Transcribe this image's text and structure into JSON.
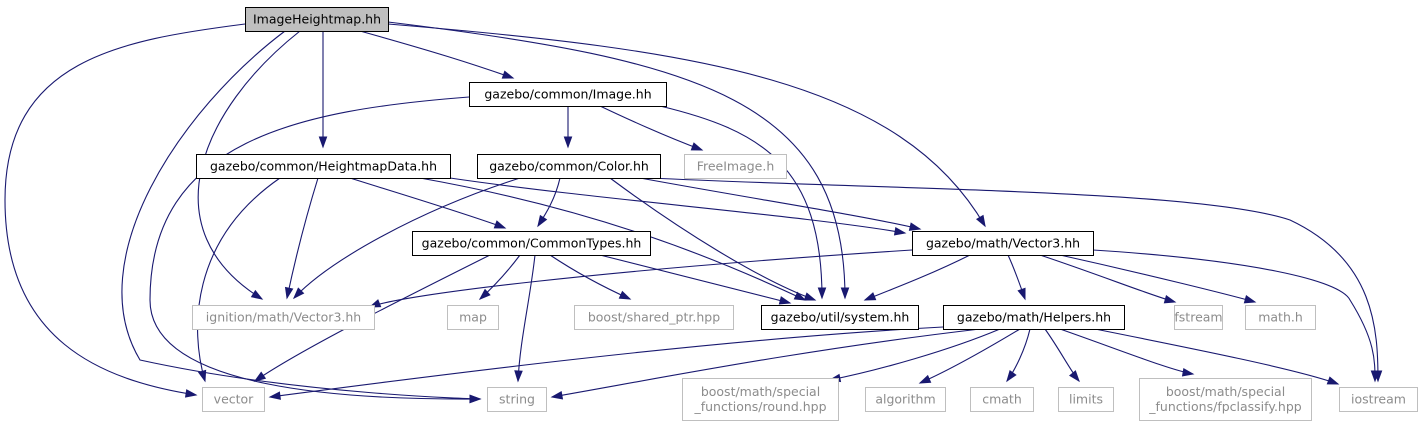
{
  "colors": {
    "edge": "#191970",
    "root_fill": "#bfbfbf",
    "project_border": "#000000",
    "external_border": "#bfbfbf",
    "project_text": "#000000",
    "external_text": "#8c8c8c"
  },
  "nodes": [
    {
      "id": "imageheightmap",
      "lines": [
        "ImageHeightmap.hh"
      ],
      "kind": "root",
      "icon": "none"
    },
    {
      "id": "common-image",
      "lines": [
        "gazebo/common/Image.hh"
      ],
      "kind": "project",
      "icon": "none"
    },
    {
      "id": "freeimage",
      "lines": [
        "FreeImage.h"
      ],
      "kind": "external",
      "icon": "none"
    },
    {
      "id": "heightmapdata",
      "lines": [
        "gazebo/common/HeightmapData.hh"
      ],
      "kind": "project",
      "icon": "none"
    },
    {
      "id": "common-color",
      "lines": [
        "gazebo/common/Color.hh"
      ],
      "kind": "project",
      "icon": "none"
    },
    {
      "id": "commontypes",
      "lines": [
        "gazebo/common/CommonTypes.hh"
      ],
      "kind": "project",
      "icon": "none"
    },
    {
      "id": "math-vector3",
      "lines": [
        "gazebo/math/Vector3.hh"
      ],
      "kind": "project",
      "icon": "none"
    },
    {
      "id": "ign-vector3",
      "lines": [
        "ignition/math/Vector3.hh"
      ],
      "kind": "external",
      "icon": "none"
    },
    {
      "id": "map",
      "lines": [
        "map"
      ],
      "kind": "external",
      "icon": "none"
    },
    {
      "id": "shared-ptr",
      "lines": [
        "boost/shared_ptr.hpp"
      ],
      "kind": "external",
      "icon": "none"
    },
    {
      "id": "util-system",
      "lines": [
        "gazebo/util/system.hh"
      ],
      "kind": "project",
      "icon": "none"
    },
    {
      "id": "math-helpers",
      "lines": [
        "gazebo/math/Helpers.hh"
      ],
      "kind": "project",
      "icon": "none"
    },
    {
      "id": "fstream",
      "lines": [
        "fstream"
      ],
      "kind": "external",
      "icon": "none"
    },
    {
      "id": "math-h",
      "lines": [
        "math.h"
      ],
      "kind": "external",
      "icon": "none"
    },
    {
      "id": "vector",
      "lines": [
        "vector"
      ],
      "kind": "external",
      "icon": "none"
    },
    {
      "id": "string",
      "lines": [
        "string"
      ],
      "kind": "external",
      "icon": "none"
    },
    {
      "id": "round-hpp",
      "lines": [
        "boost/math/special",
        "_functions/round.hpp"
      ],
      "kind": "external",
      "icon": "none"
    },
    {
      "id": "algorithm",
      "lines": [
        "algorithm"
      ],
      "kind": "external",
      "icon": "none"
    },
    {
      "id": "cmath",
      "lines": [
        "cmath"
      ],
      "kind": "external",
      "icon": "none"
    },
    {
      "id": "limits",
      "lines": [
        "limits"
      ],
      "kind": "external",
      "icon": "none"
    },
    {
      "id": "fpclassify-hpp",
      "lines": [
        "boost/math/special",
        "_functions/fpclassify.hpp"
      ],
      "kind": "external",
      "icon": "none"
    },
    {
      "id": "iostream",
      "lines": [
        "iostream"
      ],
      "kind": "external",
      "icon": "none"
    }
  ],
  "edges": [
    [
      "imageheightmap",
      "common-image"
    ],
    [
      "imageheightmap",
      "heightmapdata"
    ],
    [
      "imageheightmap",
      "math-vector3"
    ],
    [
      "imageheightmap",
      "util-system"
    ],
    [
      "imageheightmap",
      "ign-vector3"
    ],
    [
      "imageheightmap",
      "vector"
    ],
    [
      "imageheightmap",
      "string"
    ],
    [
      "common-image",
      "common-color"
    ],
    [
      "common-image",
      "freeimage"
    ],
    [
      "common-image",
      "util-system"
    ],
    [
      "common-image",
      "string"
    ],
    [
      "heightmapdata",
      "commontypes"
    ],
    [
      "heightmapdata",
      "math-vector3"
    ],
    [
      "heightmapdata",
      "util-system"
    ],
    [
      "heightmapdata",
      "ign-vector3"
    ],
    [
      "heightmapdata",
      "vector"
    ],
    [
      "common-color",
      "commontypes"
    ],
    [
      "common-color",
      "math-vector3"
    ],
    [
      "common-color",
      "util-system"
    ],
    [
      "common-color",
      "ign-vector3"
    ],
    [
      "common-color",
      "iostream"
    ],
    [
      "commontypes",
      "map"
    ],
    [
      "commontypes",
      "shared-ptr"
    ],
    [
      "commontypes",
      "util-system"
    ],
    [
      "commontypes",
      "string"
    ],
    [
      "commontypes",
      "vector"
    ],
    [
      "math-vector3",
      "math-helpers"
    ],
    [
      "math-vector3",
      "util-system"
    ],
    [
      "math-vector3",
      "ign-vector3"
    ],
    [
      "math-vector3",
      "fstream"
    ],
    [
      "math-vector3",
      "math-h"
    ],
    [
      "math-vector3",
      "iostream"
    ],
    [
      "math-helpers",
      "vector"
    ],
    [
      "math-helpers",
      "string"
    ],
    [
      "math-helpers",
      "round-hpp"
    ],
    [
      "math-helpers",
      "algorithm"
    ],
    [
      "math-helpers",
      "cmath"
    ],
    [
      "math-helpers",
      "limits"
    ],
    [
      "math-helpers",
      "fpclassify-hpp"
    ],
    [
      "math-helpers",
      "iostream"
    ]
  ]
}
